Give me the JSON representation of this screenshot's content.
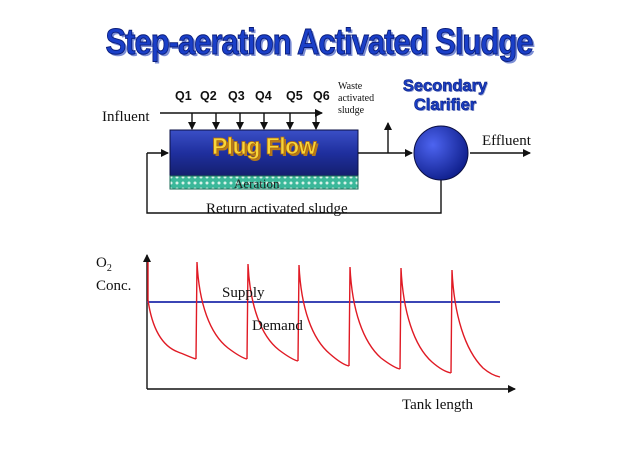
{
  "title": "Step-aeration Activated Sludge",
  "flow_diagram": {
    "inflow_labels": [
      "Q1",
      "Q2",
      "Q3",
      "Q4",
      "Q5",
      "Q6"
    ],
    "influent": "Influent",
    "waste_sludge": [
      "Waste",
      "activated",
      "sludge"
    ],
    "secondary_clarifier": [
      "Secondary",
      "Clarifier"
    ],
    "tank_label": "Plug Flow",
    "aeration": "Aeration",
    "effluent": "Effluent",
    "return_sludge": "Return activated sludge"
  },
  "oxygen_plot": {
    "ylabel_main": "O",
    "ylabel_sub": "2",
    "ylabel_unit": "Conc.",
    "xlabel": "Tank length",
    "supply_label": "Supply",
    "demand_label": "Demand"
  },
  "colors": {
    "title": "#1a3fc8",
    "tank_fill": "#1f2f9e",
    "aeration_fill": "#3bb89a",
    "clarifier": "#1b32c4",
    "supply_line": "#3b45b5",
    "demand_line": "#e01a24"
  }
}
